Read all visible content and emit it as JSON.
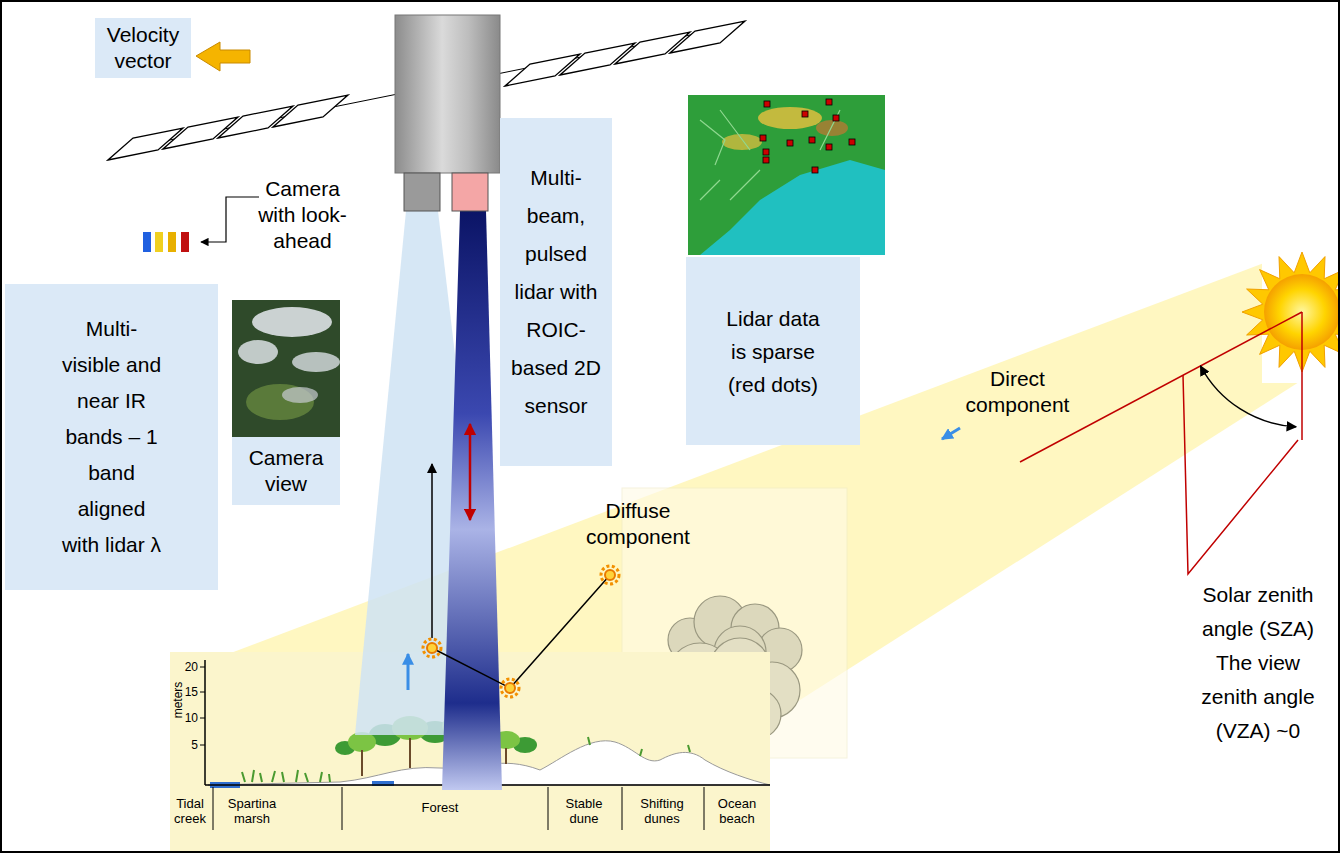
{
  "diagram": {
    "nodes": [
      {
        "text": [
          "Velocity vector"
        ]
      },
      {
        "text": [
          "Multi-beam, pulsed lidar with ROIC-based 2D sensor"
        ]
      },
      {
        "text": [
          "Lidar data is sparse (red dots)"
        ]
      },
      {
        "text": [
          "Multi-visible and near IR bands – 1 band aligned with lidar λ"
        ]
      },
      {
        "text": [
          "Camera view"
        ]
      }
    ],
    "labels": [
      "Camera with look-ahead",
      "Direct component",
      "Diffuse component",
      "Solar zenith angle (SZA)",
      "The view zenith angle (VZA) ~0",
      "meters",
      "20",
      "15",
      "10",
      "5",
      "Tidal creek",
      "Spartina marsh",
      "Forest",
      "Stable dune",
      "Shifting dunes",
      "Ocean beach"
    ]
  }
}
